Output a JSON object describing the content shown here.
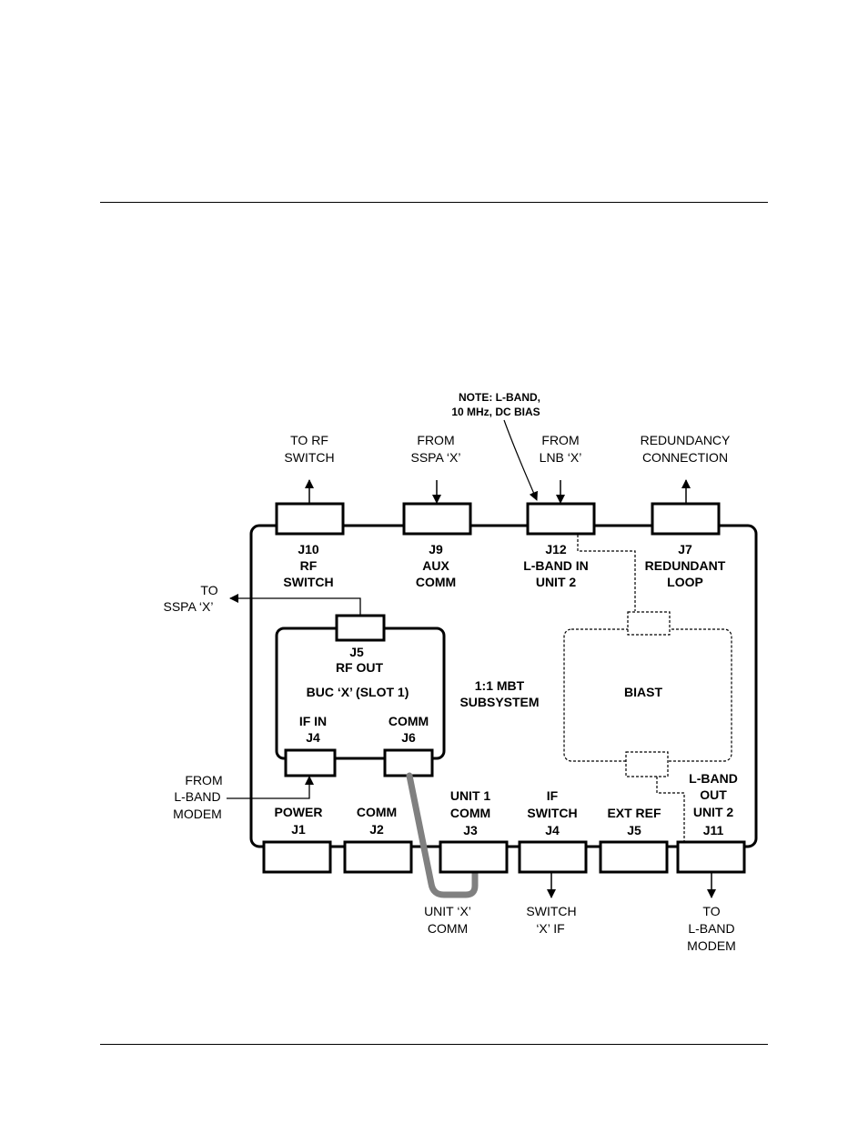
{
  "note": {
    "line1": "NOTE: L-BAND,",
    "line2": "10 MHz, DC BIAS"
  },
  "top_labels": {
    "to_rf_switch": [
      "TO RF",
      "SWITCH"
    ],
    "from_sspa": [
      "FROM",
      "SSPA ‘X’"
    ],
    "from_lnb": [
      "FROM",
      "LNB ‘X’"
    ],
    "redundancy": [
      "REDUNDANCY",
      "CONNECTION"
    ]
  },
  "top_connectors": {
    "j10": [
      "J10",
      "RF",
      "SWITCH"
    ],
    "j9": [
      "J9",
      "AUX",
      "COMM"
    ],
    "j12": [
      "J12",
      "L-BAND IN",
      "UNIT 2"
    ],
    "j7": [
      "J7",
      "REDUNDANT",
      "LOOP"
    ]
  },
  "side_labels": {
    "to_sspa": [
      "TO",
      "SSPA ‘X’"
    ],
    "from_modem": [
      "FROM",
      "L-BAND",
      "MODEM"
    ]
  },
  "buc": {
    "j5": [
      "J5",
      "RF OUT"
    ],
    "title": "BUC ‘X’ (SLOT 1)",
    "if_in": [
      "IF IN",
      "J4"
    ],
    "comm": [
      "COMM",
      "J6"
    ]
  },
  "subsystem": [
    "1:1 MBT",
    "SUBSYSTEM"
  ],
  "biast": "BIAST",
  "bottom_connectors": {
    "power": [
      "POWER",
      "J1"
    ],
    "comm": [
      "COMM",
      "J2"
    ],
    "unit1": [
      "UNIT 1",
      "COMM",
      "J3"
    ],
    "ifswitch": [
      "IF",
      "SWITCH",
      "J4"
    ],
    "extref": [
      "EXT REF",
      "J5"
    ],
    "lband_out": [
      "L-BAND",
      "OUT",
      "UNIT 2",
      "J11"
    ]
  },
  "bottom_labels": {
    "unit_comm": [
      "UNIT ‘X’",
      "COMM"
    ],
    "switch_if": [
      "SWITCH",
      "‘X’ IF"
    ],
    "to_modem": [
      "TO",
      "L-BAND",
      "MODEM"
    ]
  },
  "colors": {
    "cable": "#808080",
    "line": "#000000"
  }
}
